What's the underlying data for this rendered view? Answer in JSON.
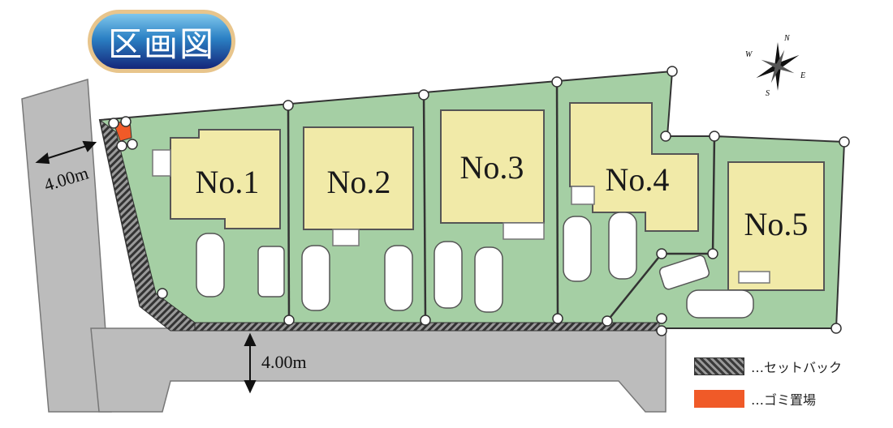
{
  "title": "区画図",
  "roads": {
    "west_width": "4.00m",
    "south_width": "4.00m"
  },
  "lots": [
    {
      "id": "lot-1",
      "label": "No.1"
    },
    {
      "id": "lot-2",
      "label": "No.2"
    },
    {
      "id": "lot-3",
      "label": "No.3"
    },
    {
      "id": "lot-4",
      "label": "No.4"
    },
    {
      "id": "lot-5",
      "label": "No.5"
    }
  ],
  "compass": {
    "n": "N",
    "e": "E",
    "s": "S",
    "w": "W"
  },
  "legend": [
    {
      "label": "…セットバック",
      "color": "#3a3a3a"
    },
    {
      "label": "…ゴミ置場",
      "color": "#f05a28"
    }
  ],
  "colors": {
    "lot_fill": "#a5cfa4",
    "house_fill": "#f1eaa8",
    "road_fill": "#bcbcbc",
    "boundary_line": "#333333"
  }
}
